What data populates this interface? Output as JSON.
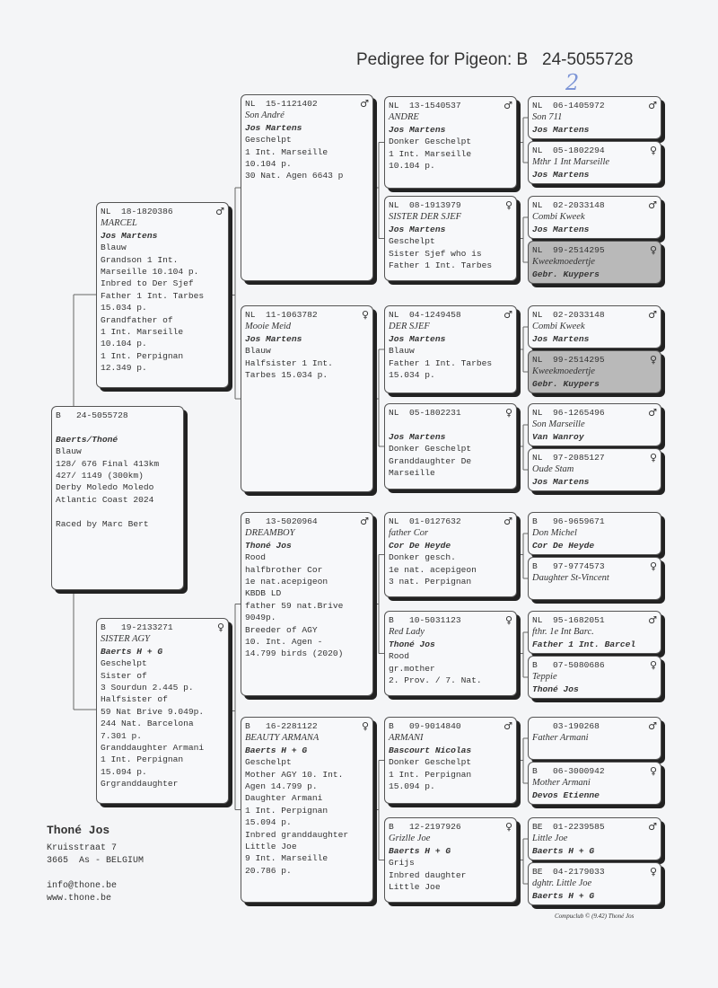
{
  "title": "Pedigree for Pigeon: B   24-5055728",
  "handwritten_mark": "2",
  "pigeons": {
    "subject": {
      "ring": "B   24-5055728",
      "sex": "",
      "name": "",
      "owner": "Baerts/Thoné",
      "lines": [
        "Blauw",
        "128/ 676 Final 413km",
        "427/ 1149 (300km)",
        "Derby Moledo Moledo",
        "Atlantic Coast 2024",
        "",
        "Raced by Marc Bert"
      ]
    },
    "s": {
      "ring": "NL  18-1820386",
      "sex": "♂",
      "name": "MARCEL",
      "owner": "Jos Martens",
      "lines": [
        "Blauw",
        "Grandson 1 Int.",
        "Marseille 10.104 p.",
        "Inbred to Der Sjef",
        "Father 1 Int. Tarbes",
        "15.034 p.",
        "Grandfather of",
        "1 Int. Marseille",
        "10.104 p.",
        "1 Int. Perpignan",
        "12.349 p."
      ]
    },
    "d": {
      "ring": "B   19-2133271",
      "sex": "♀",
      "name": "SISTER AGY",
      "owner": "Baerts H + G",
      "lines": [
        "Geschelpt",
        "Sister of",
        "3 Sourdun 2.445 p.",
        "Halfsister of",
        "59 Nat Brive 9.049p.",
        "244 Nat. Barcelona",
        "7.301 p.",
        "Granddaughter Armani",
        "1 Int. Perpignan",
        "15.094 p.",
        "Grgranddaughter"
      ]
    },
    "ss": {
      "ring": "NL  15-1121402",
      "sex": "♂",
      "name": "Son André",
      "owner": "Jos Martens",
      "lines": [
        "Geschelpt",
        "1 Int. Marseille",
        "10.104 p.",
        "30 Nat. Agen 6643 p"
      ]
    },
    "sd": {
      "ring": "NL  11-1063782",
      "sex": "♀",
      "name": "Mooie Meid",
      "owner": "Jos Martens",
      "lines": [
        "Blauw",
        "Halfsister 1 Int.",
        "Tarbes 15.034 p."
      ]
    },
    "ds": {
      "ring": "B   13-5020964",
      "sex": "♂",
      "name": "DREAMBOY",
      "owner": "Thoné Jos",
      "lines": [
        "Rood",
        "halfbrother Cor",
        "1e nat.acepigeon",
        "KBDB LD",
        "father 59 nat.Brive",
        "9049p.",
        "Breeder of AGY",
        "10. Int. Agen -",
        "14.799 birds (2020)"
      ]
    },
    "dd": {
      "ring": "B   16-2281122",
      "sex": "♀",
      "name": "BEAUTY ARMANA",
      "owner": "Baerts H + G",
      "lines": [
        "Geschelpt",
        "Mother AGY 10. Int.",
        "Agen 14.799 p.",
        "Daughter Armani",
        "1 Int. Perpignan",
        "15.094 p.",
        "Inbred granddaughter",
        "Little Joe",
        "9 Int. Marseille",
        "20.786 p."
      ]
    },
    "sss": {
      "ring": "NL  13-1540537",
      "sex": "♂",
      "name": "ANDRE",
      "owner": "Jos Martens",
      "lines": [
        "Donker Geschelpt",
        "1 Int. Marseille",
        "10.104 p."
      ]
    },
    "ssd": {
      "ring": "NL  08-1913979",
      "sex": "♀",
      "name": "SISTER DER SJEF",
      "owner": "Jos Martens",
      "lines": [
        "Geschelpt",
        "Sister Sjef who is",
        "Father 1 Int. Tarbes"
      ]
    },
    "sds": {
      "ring": "NL  04-1249458",
      "sex": "♂",
      "name": "DER SJEF",
      "owner": "Jos Martens",
      "lines": [
        "Blauw",
        "Father 1 Int. Tarbes",
        "15.034 p."
      ]
    },
    "sdd": {
      "ring": "NL  05-1802231",
      "sex": "♀",
      "name": "",
      "owner": "Jos Martens",
      "lines": [
        "Donker Geschelpt",
        "Granddaughter De",
        "Marseille"
      ]
    },
    "dss": {
      "ring": "NL  01-0127632",
      "sex": "♂",
      "name": "father Cor",
      "owner": "Cor De Heyde",
      "lines": [
        "Donker gesch.",
        "1e nat. acepigeon",
        "3 nat. Perpignan"
      ]
    },
    "dsd": {
      "ring": "B   10-5031123",
      "sex": "♀",
      "name": "Red Lady",
      "owner": "Thoné Jos",
      "lines": [
        "Rood",
        "gr.mother",
        "2. Prov. / 7. Nat."
      ]
    },
    "dds": {
      "ring": "B   09-9014840",
      "sex": "♂",
      "name": "ARMANI",
      "owner": "Bascourt Nicolas",
      "lines": [
        "Donker Geschelpt",
        "1 Int. Perpignan",
        "15.094 p."
      ]
    },
    "ddd": {
      "ring": "B   12-2197926",
      "sex": "♀",
      "name": "Grizlle Joe",
      "owner": "Baerts H + G",
      "lines": [
        "Grijs",
        "Inbred daughter",
        "Little Joe"
      ]
    },
    "ssss": {
      "ring": "NL  06-1405972",
      "sex": "♂",
      "name": "Son 711",
      "owner": "Jos Martens",
      "lines": []
    },
    "sssd": {
      "ring": "NL  05-1802294",
      "sex": "♀",
      "name": "Mthr 1 Int Marseille",
      "owner": "Jos Martens",
      "lines": []
    },
    "ssds": {
      "ring": "NL  02-2033148",
      "sex": "♂",
      "name": "Combi Kweek",
      "owner": "Jos Martens",
      "lines": []
    },
    "ssdd": {
      "ring": "NL  99-2514295",
      "sex": "♀",
      "name": "Kweekmoedertje",
      "owner": "Gebr. Kuypers",
      "lines": [],
      "highlight": true
    },
    "sdss": {
      "ring": "NL  02-2033148",
      "sex": "♂",
      "name": "Combi Kweek",
      "owner": "Jos Martens",
      "lines": []
    },
    "sdsd": {
      "ring": "NL  99-2514295",
      "sex": "♀",
      "name": "Kweekmoedertje",
      "owner": "Gebr. Kuypers",
      "lines": [],
      "highlight": true
    },
    "sdds": {
      "ring": "NL  96-1265496",
      "sex": "♂",
      "name": "Son Marseille",
      "owner": "Van Wanroy",
      "lines": []
    },
    "sddd": {
      "ring": "NL  97-2085127",
      "sex": "♀",
      "name": "Oude Stam",
      "owner": "Jos Martens",
      "lines": []
    },
    "dsss": {
      "ring": "B   96-9659671",
      "sex": "",
      "name": "Don Michel",
      "owner": "Cor De Heyde",
      "lines": []
    },
    "dssd": {
      "ring": "B   97-9774573",
      "sex": "♀",
      "name": "Daughter St-Vincent",
      "owner": "",
      "lines": []
    },
    "dsds": {
      "ring": "NL  95-1682051",
      "sex": "♂",
      "name": "fthr. 1e Int Barc.",
      "owner": "Father 1 Int. Barcel",
      "lines": []
    },
    "dsdd": {
      "ring": "B   07-5080686",
      "sex": "♀",
      "name": "Teppie",
      "owner": "Thoné Jos",
      "lines": []
    },
    "ddss": {
      "ring": "    03-190268",
      "sex": "♂",
      "name": "Father Armani",
      "owner": "",
      "lines": []
    },
    "ddsd": {
      "ring": "B   06-3000942",
      "sex": "♀",
      "name": "Mother Armani",
      "owner": "Devos Etienne",
      "lines": []
    },
    "ddds": {
      "ring": "BE  01-2239585",
      "sex": "♂",
      "name": "Little Joe",
      "owner": "Baerts H + G",
      "lines": []
    },
    "dddd": {
      "ring": "BE  04-2179033",
      "sex": "♀",
      "name": "dghtr. Little Joe",
      "owner": "Baerts H + G",
      "lines": []
    }
  },
  "breeder": {
    "name": "Thoné Jos",
    "street": "Kruisstraat 7",
    "city": "3665  As - BELGIUM",
    "email": "info@thone.be",
    "web": "www.thone.be"
  },
  "footer": "Compuclub © (9.42)  Thoné Jos"
}
